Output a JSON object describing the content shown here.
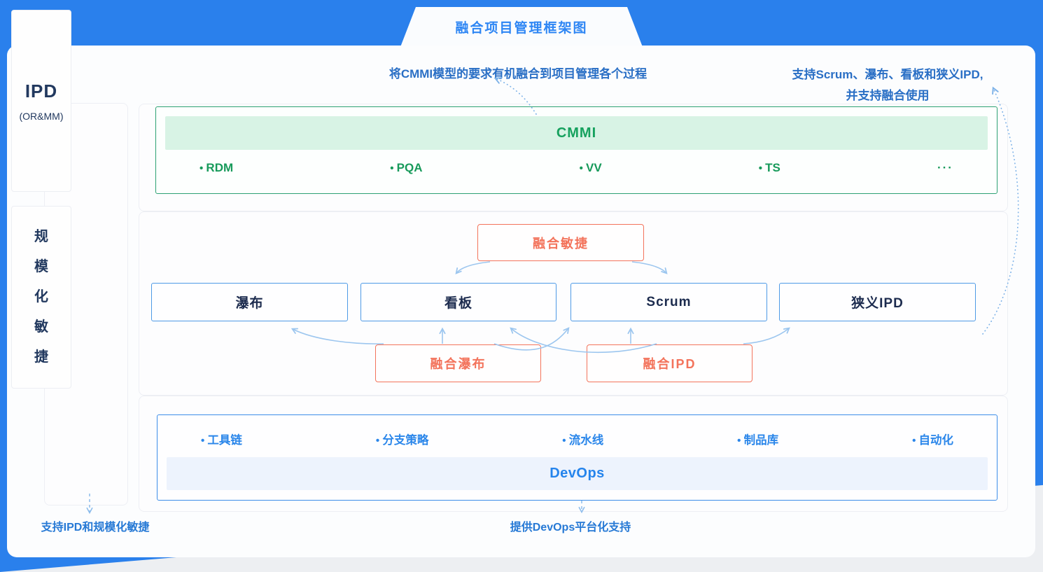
{
  "banner": {
    "title": "融合项目管理框架图"
  },
  "annotations": {
    "cmmi_note": "将CMMI模型的要求有机融合到项目管理各个过程",
    "methods_note_line1": "支持Scrum、瀑布、看板和狭义IPD,",
    "methods_note_line2": "并支持融合使用",
    "sidebar_note": "支持IPD和规模化敏捷",
    "devops_note": "提供DevOps平台化支持"
  },
  "sidebar": {
    "ipd_title": "IPD",
    "ipd_subtitle": "(OR&MM)",
    "scale_text": "规模化敏捷"
  },
  "cmmi": {
    "title": "CMMI",
    "items": [
      "RDM",
      "PQA",
      "VV",
      "TS",
      "···"
    ]
  },
  "fusion": {
    "agile": "融合敏捷",
    "waterfall": "融合瀑布",
    "ipd": "融合IPD"
  },
  "methods": [
    "瀑布",
    "看板",
    "Scrum",
    "狭义IPD"
  ],
  "devops": {
    "title": "DevOps",
    "items": [
      "工具链",
      "分支策略",
      "流水线",
      "制品库",
      "自动化"
    ]
  },
  "colors": {
    "background_blue": "#2a80ec",
    "title_blue": "#2e86f4",
    "green_border": "#2da173",
    "green_fill": "#d8f3e5",
    "green_text": "#16a15e",
    "method_border": "#4e9ae6",
    "method_text": "#1c2b4e",
    "orange": "#f3735b",
    "devops_blue": "#2584ec",
    "devops_bar": "#edf3fd",
    "annotation_blue": "#2a6fc5",
    "arrow_blue": "#9cc6ef"
  }
}
